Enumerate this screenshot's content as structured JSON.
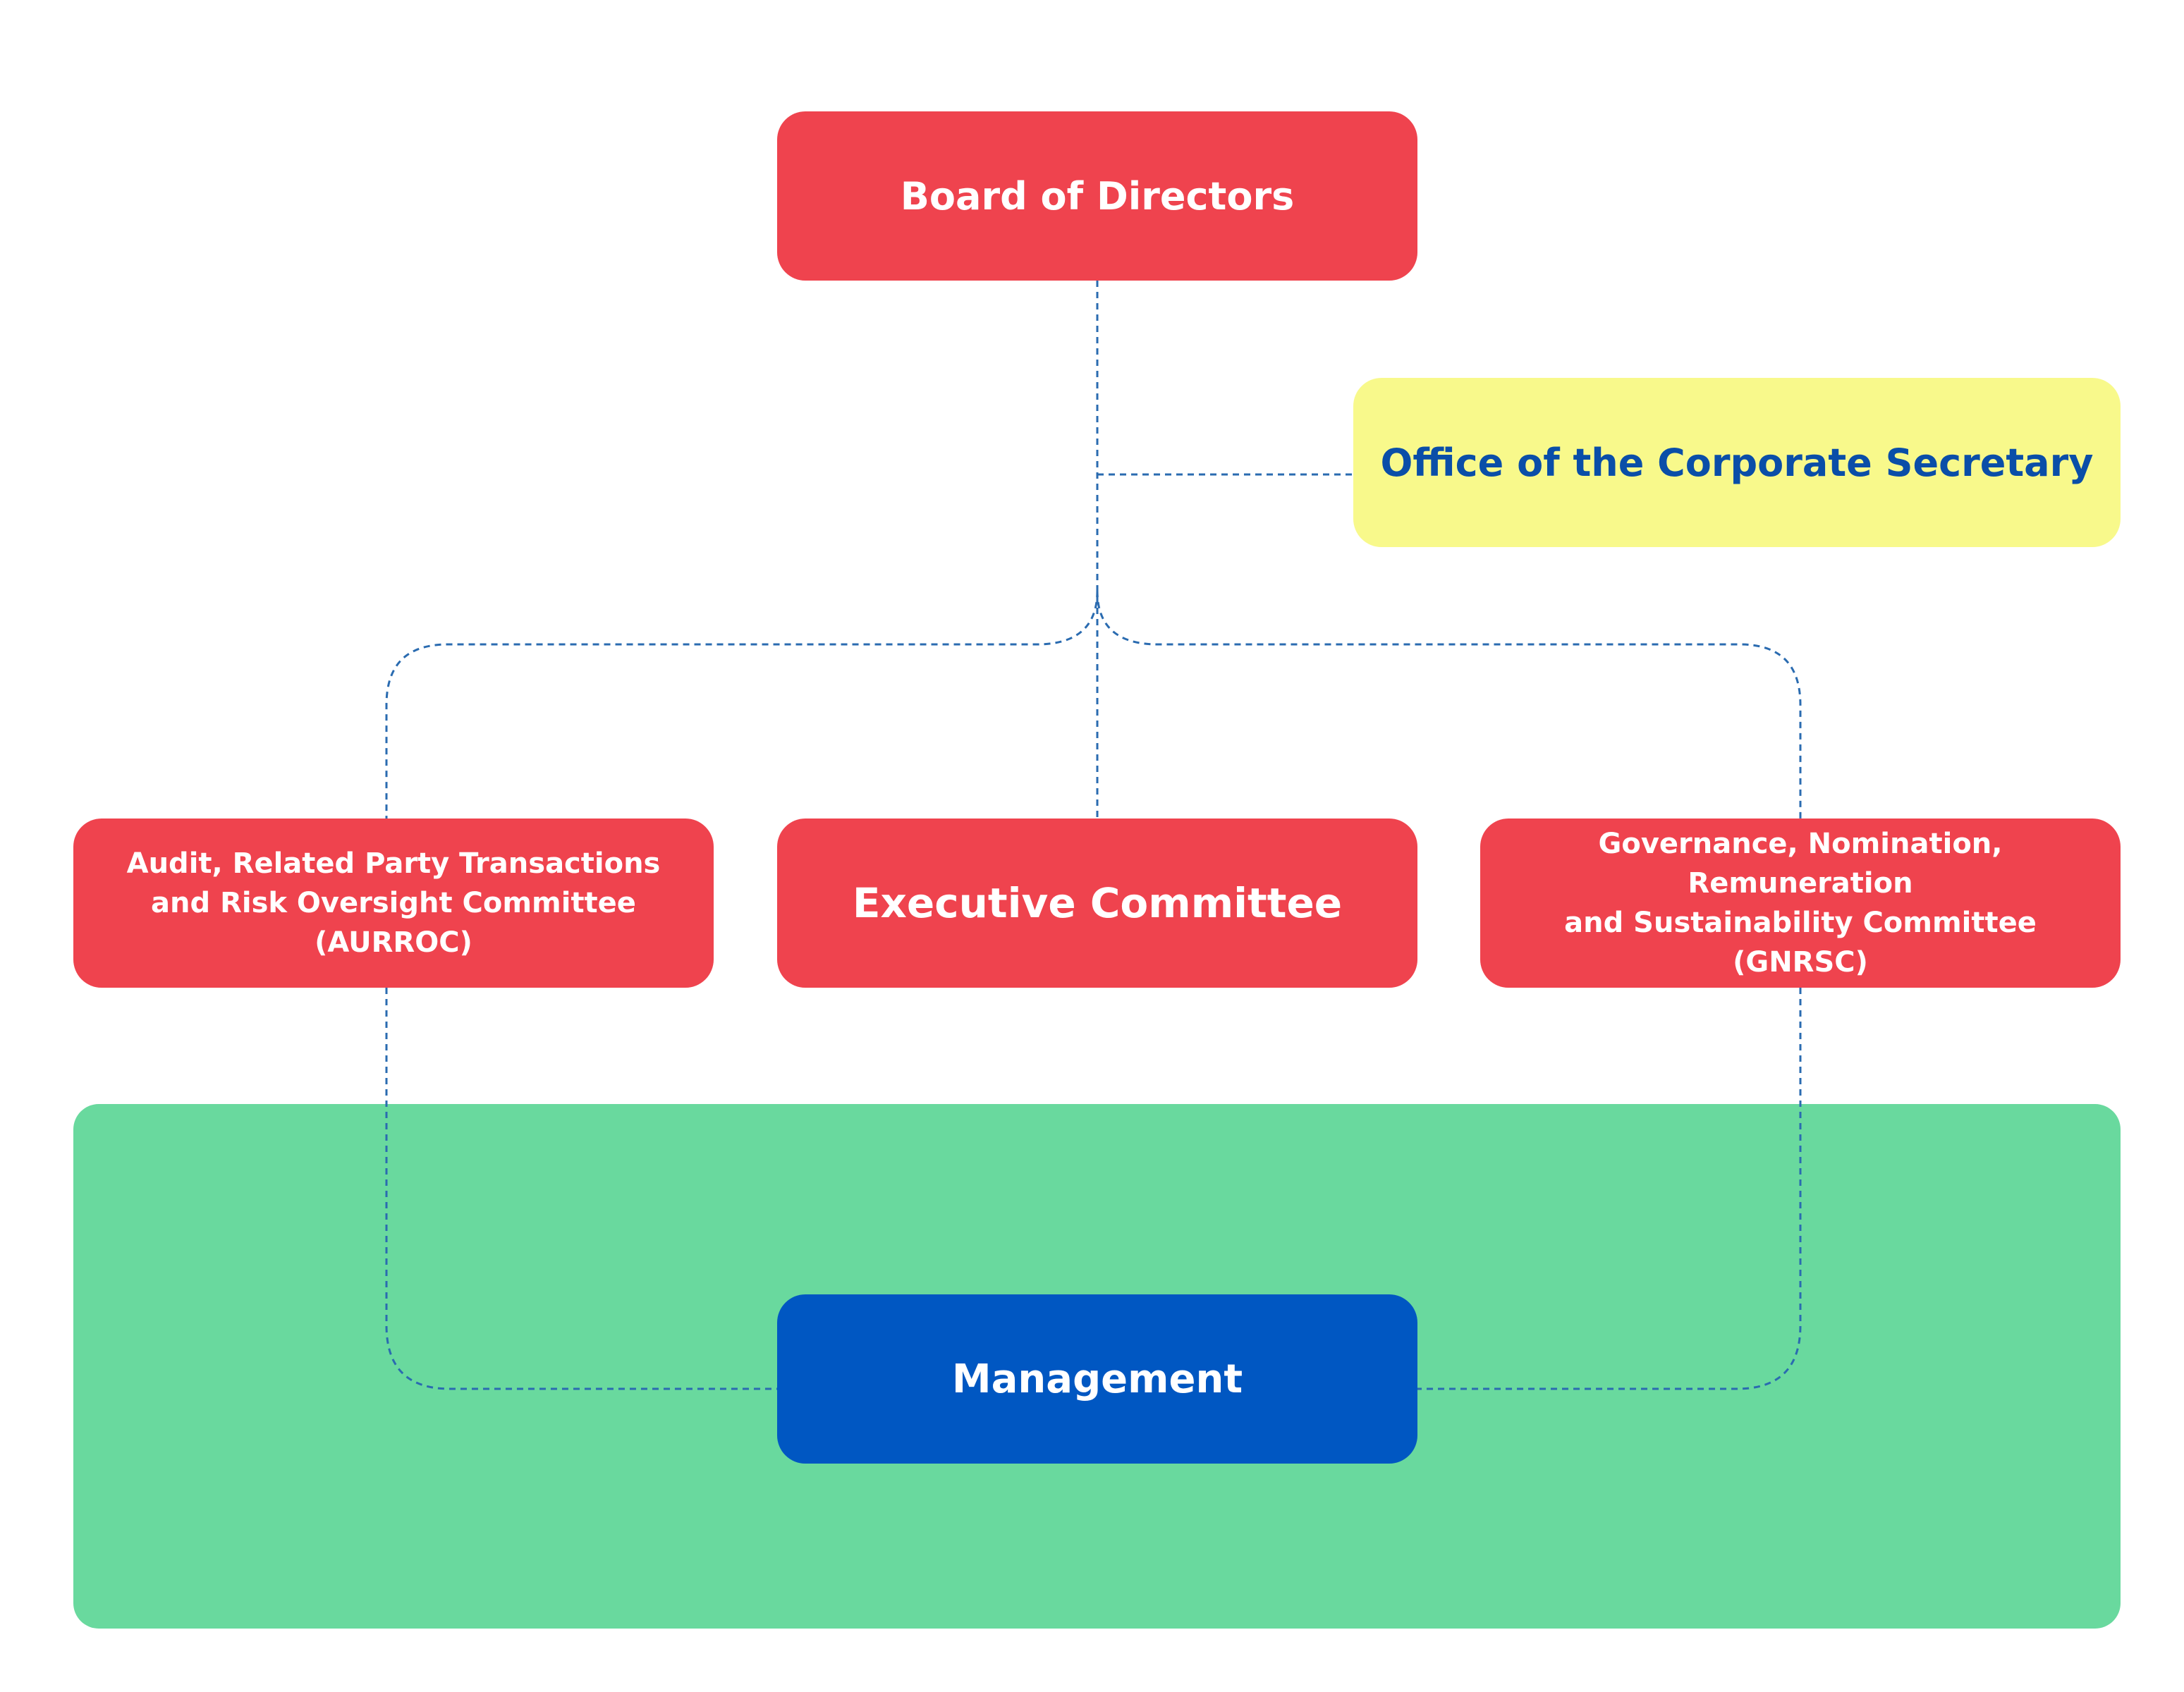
{
  "nodes": {
    "board": "Board of Directors",
    "secretary": "Office of the Corporate Secretary",
    "aurroc": [
      "Audit, Related Party Transactions",
      "and Risk Oversight Committee (AURROC)"
    ],
    "exec": "Executive Committee",
    "gnrsc": [
      "Governance, Nomination, Remuneration",
      "and Sustainability Committee (GNRSC)"
    ],
    "management": "Management"
  },
  "colors": {
    "red": "#ef434e",
    "yellow": "#f8f98b",
    "yellow_text": "#0a4ea8",
    "blue": "#0057c2",
    "green": "#69d99e",
    "connector": "#2a6bb0"
  }
}
